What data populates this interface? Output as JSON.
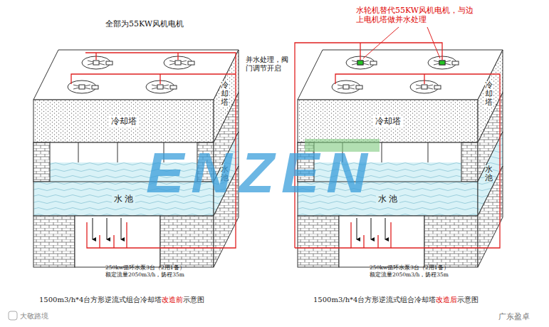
{
  "diagram": {
    "nodes": [
      {
        "text": [
          "冷却塔"
        ]
      },
      {
        "text": [
          "水 池"
        ]
      },
      {
        "text": [
          "冷却塔"
        ]
      },
      {
        "text": [
          "水 池"
        ]
      }
    ],
    "labels": [
      "全部为55KW风机电机",
      "冷却塔",
      "水池",
      "250kw循环水泵3台（2用1备）",
      "额定流量2050m3/h，扬程35m",
      "1500m3/h*4台方形逆流式组合冷却塔",
      "改造前",
      "示意图",
      "水轮机替代55KW风机电机，与边上电机塔做并水处理",
      "并水处理，阀门调节开启",
      "冷却塔",
      "水池",
      "250kw循环水泵3台（2用1备）",
      "额定流量2050m3/h，扬程35m",
      "1500m3/h*4台方形逆流式组合冷却塔",
      "改造后",
      "示意图",
      "ENZEN",
      "广东盈卓",
      "大敬路境"
    ]
  }
}
